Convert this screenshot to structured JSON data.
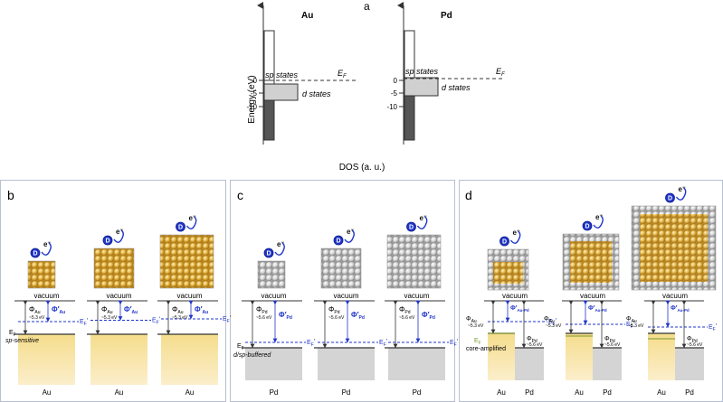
{
  "panel_a": {
    "letter": "a",
    "y_axis_label": "Energy (eV)",
    "x_axis_label": "DOS (a. u.)",
    "ticks": [
      "0",
      "-5",
      "-10"
    ],
    "au": {
      "title": "Au",
      "sp_label": "sp states",
      "d_label": "d states",
      "ef_label": "E",
      "ef_sub": "F"
    },
    "pd": {
      "title": "Pd",
      "sp_label": "sp states",
      "d_label": "d states",
      "ef_label": "E",
      "ef_sub": "F"
    }
  },
  "panel_b": {
    "letter": "b",
    "donor": "D",
    "electron": "e",
    "electron_sup": "−",
    "vacuum": "vacuum",
    "phi_au": "Φ",
    "phi_au_sub": "Au",
    "phi_au_value": "~5.3 eV",
    "phi_prime": "Φ′",
    "phi_prime_sub": "Au",
    "ef_prime": "E",
    "ef_prime_sub": "F",
    "ef_prime_mark": "′",
    "ef": "E",
    "ef_sub": "F",
    "regime": "sp-sensitive",
    "metal_label": "Au"
  },
  "panel_c": {
    "letter": "c",
    "vacuum": "vacuum",
    "phi_pd": "Φ",
    "phi_pd_sub": "Pd",
    "phi_pd_value": "~5.6 eV",
    "phi_prime": "Φ′",
    "phi_prime_sub": "Pd",
    "ef": "E",
    "ef_sub": "F",
    "ef_prime_mark": "′",
    "regime": "d/sp-buffered",
    "metal_label": "Pd"
  },
  "panel_d": {
    "letter": "d",
    "vacuum": "vacuum",
    "phi_au": "Φ",
    "phi_au_sub": "Au",
    "phi_au_value": "~5.3 eV",
    "phi_pd": "Φ",
    "phi_pd_sub": "Pd",
    "phi_pd_value": "~5.6 eV",
    "phi_prime": "Φ′",
    "phi_prime_sub": "Au-Pd",
    "ef": "E",
    "ef_sub": "F",
    "ef_prime_mark": "′",
    "regime": "core-amplified",
    "label_au": "Au",
    "label_pd": "Pd"
  },
  "colors": {
    "gold": "#d9a53a",
    "gold_light": "#f6e3a6",
    "silver": "#c7c7c7",
    "gray_band": "#d4d4d4",
    "blue": "#1f35c9",
    "dark_dos": "#555555",
    "frame": "#b9c0d0"
  }
}
